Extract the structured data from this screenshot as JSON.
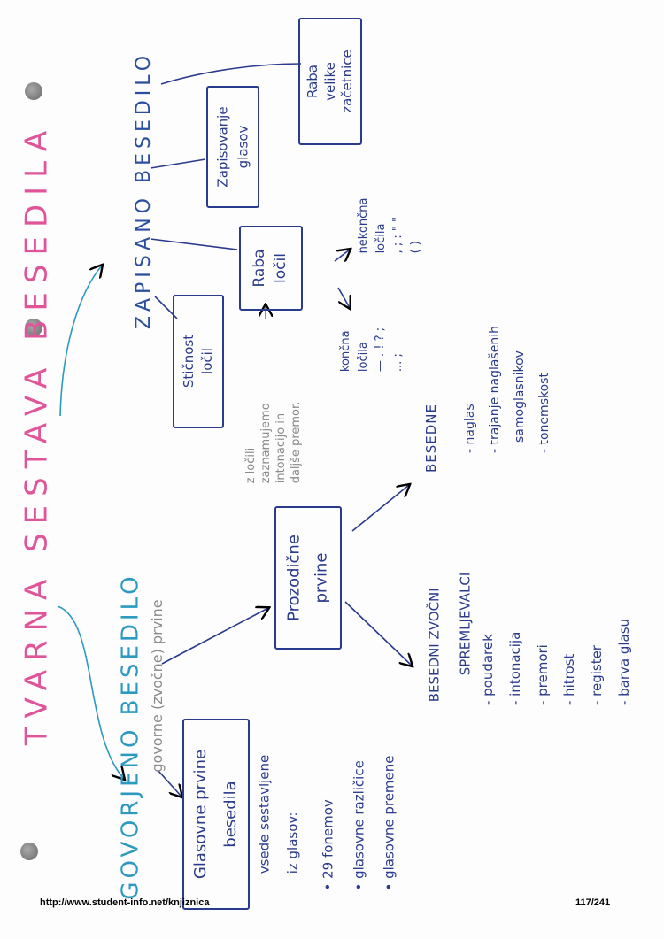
{
  "title": "TVARNA SESTAVA BESEDILA",
  "spoken": {
    "heading": "GOVORJENO BESEDILO",
    "subtitle": "govorne (zvočne) prvine",
    "box_glasovne": [
      "Glasovne prvine",
      "besedila"
    ],
    "glasovne_intro": [
      "vsede sestavljene",
      "iz glasov:"
    ],
    "glasovne_items": [
      "• 29 fonemov",
      "• glasovne različice",
      "• glasovne premene"
    ],
    "box_prozodicne": [
      "Prozodične",
      "prvine"
    ],
    "note": [
      "z ločili",
      "zaznamujemo",
      "intonacijo in",
      "daljše premor."
    ],
    "spremljevalci_heading": [
      "BESEDNI ZVOČNI",
      "SPREMLJEVALCI"
    ],
    "spremljevalci_items": [
      "- poudarek",
      "- intonacija",
      "- premori",
      "- hitrost",
      "- register",
      "- barva glasu"
    ],
    "besedne_heading": "BESEDNE",
    "besedne_items": [
      "- naglas",
      "- trajanje naglašenih",
      "samoglasnikov",
      "- tonemskost"
    ]
  },
  "written": {
    "heading": "ZAPISANO BESEDILO",
    "box_zapisovanje": [
      "Zapisovanje",
      "glasov"
    ],
    "box_velike": [
      "Raba",
      "velike",
      "začetnice"
    ],
    "box_locil": [
      "Raba",
      "ločil"
    ],
    "box_sticnost": [
      "Stičnost",
      "ločil"
    ],
    "koncna": [
      "končna",
      "ločila"
    ],
    "koncna_symbols": [
      "— . ! ? ;",
      "... ; —"
    ],
    "nekoncna": [
      "nekončna",
      "ločila"
    ],
    "nekoncna_symbols": [
      ", ; : \" \"",
      "( )"
    ]
  },
  "footer": {
    "url": "http://www.student-info.net/knjiznica",
    "page": "117/241"
  },
  "colors": {
    "pink": "#e0559a",
    "teal": "#2c9ac0",
    "ink": "#2a3a8c"
  }
}
